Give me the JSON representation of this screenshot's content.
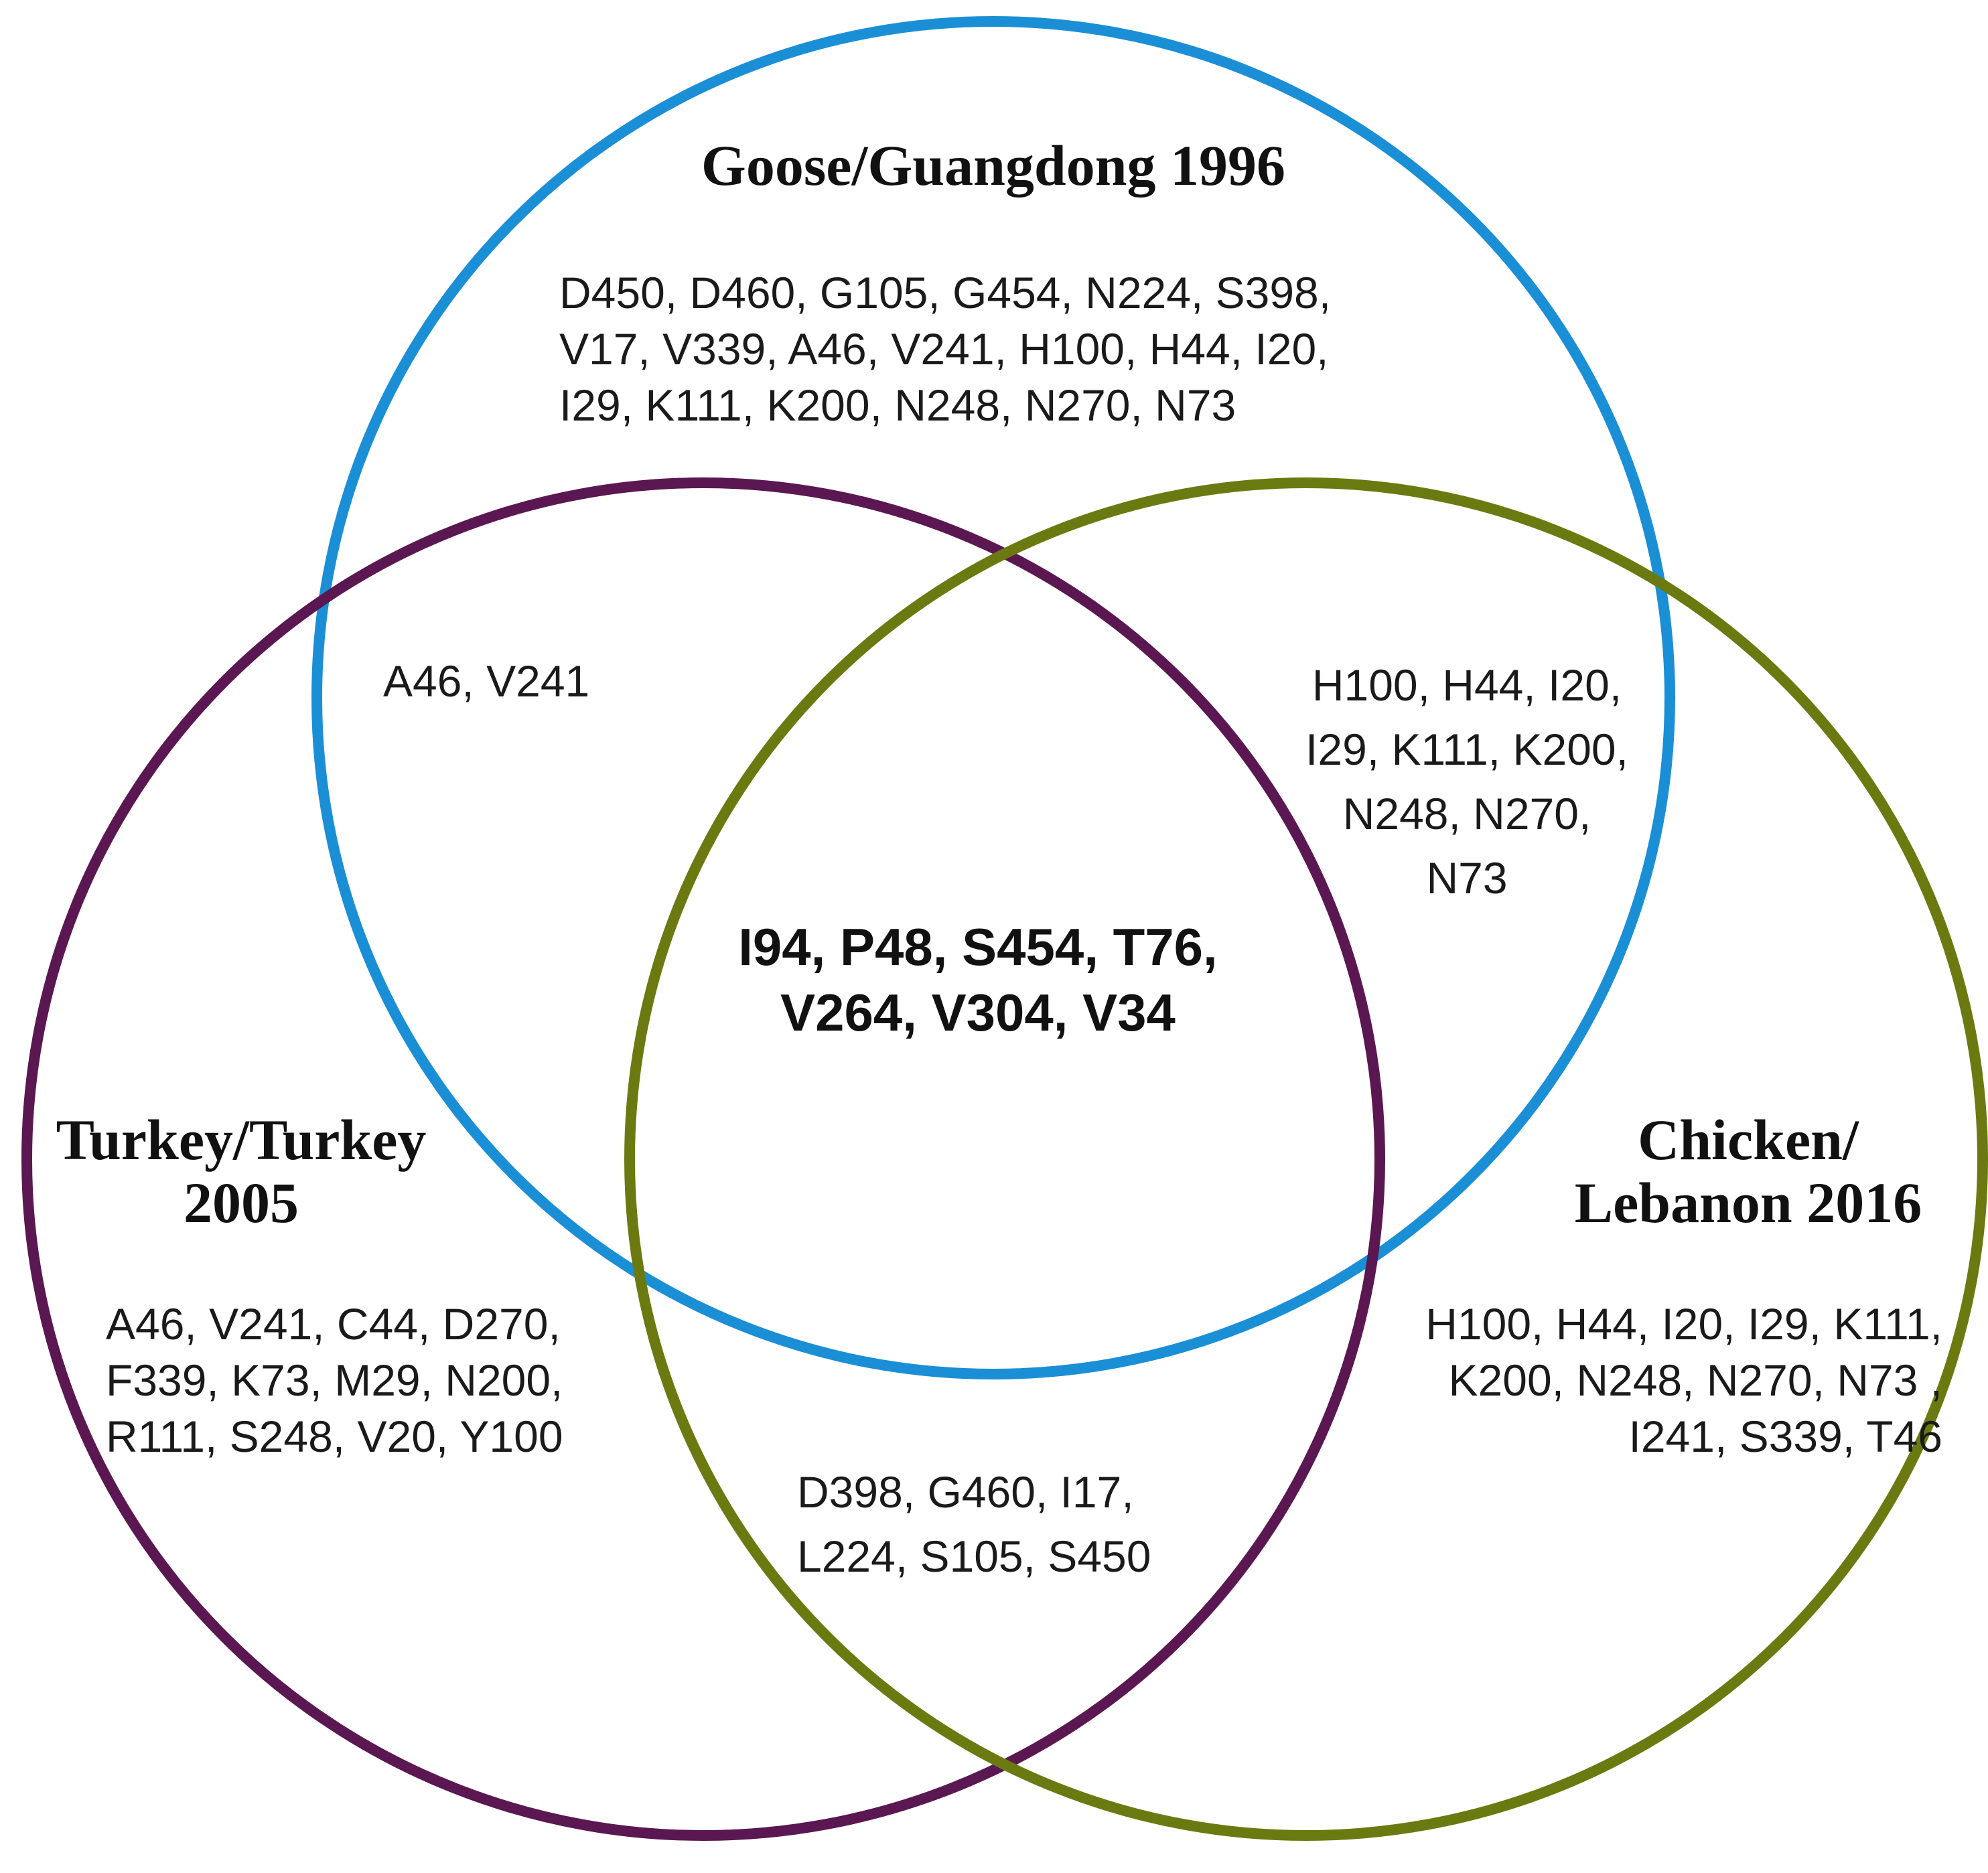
{
  "sets": {
    "goose": {
      "title": "Goose/Guangdong 1996",
      "color": "#1a8fd6",
      "unique_lines": [
        "D450, D460, G105, G454, N224, S398,",
        "V17, V339, A46, V241, H100, H44, I20,",
        "I29, K111, K200, N248, N270, N73"
      ]
    },
    "turkey": {
      "title_lines": [
        "Turkey/Turkey",
        "2005"
      ],
      "color": "#5b1751",
      "unique_lines": [
        "A46, V241, C44, D270,",
        "F339, K73, M29, N200,",
        "R111, S248, V20,  Y100"
      ]
    },
    "chicken": {
      "title_lines": [
        "Chicken/",
        "Lebanon 2016"
      ],
      "color": "#6b7a10",
      "unique_lines": [
        "H100, H44, I20, I29, K111,",
        "K200, N248, N270, N73 ,",
        "I241, S339, T46"
      ]
    }
  },
  "intersections": {
    "goose_turkey": [
      "A46, V241"
    ],
    "goose_chicken": [
      "H100, H44, I20,",
      "I29, K111, K200,",
      "N248, N270,",
      "N73"
    ],
    "turkey_chicken": [
      "D398, G460, I17,",
      "L224, S105, S450"
    ],
    "all_three": [
      "I94, P48, S454, T76,",
      "V264, V304, V34"
    ]
  }
}
